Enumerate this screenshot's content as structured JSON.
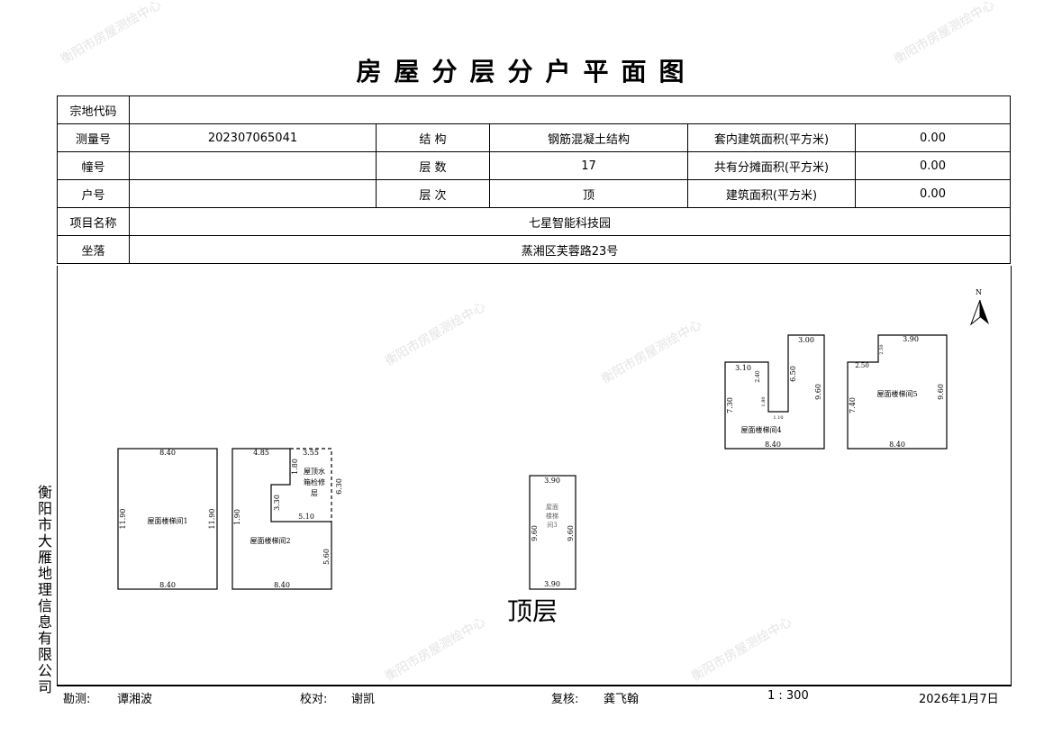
{
  "watermark": "衡阳市房屋测绘中心",
  "title": "房屋分层分户平面图",
  "info": {
    "parcel_code_label": "宗地代码",
    "parcel_code": "",
    "survey_no_label": "测量号",
    "survey_no": "202307065041",
    "structure_label": "结 构",
    "structure": "钢筋混凝土结构",
    "inner_area_label": "套内建筑面积(平方米)",
    "inner_area": "0.00",
    "building_no_label": "幢号",
    "building_no": "",
    "floors_label": "层 数",
    "floors": "17",
    "shared_area_label": "共有分摊面积(平方米)",
    "shared_area": "0.00",
    "unit_no_label": "户号",
    "unit_no": "",
    "floor_level_label": "层 次",
    "floor_level": "顶",
    "building_area_label": "建筑面积(平方米)",
    "building_area": "0.00",
    "project_label": "项目名称",
    "project": "七星智能科技园",
    "location_label": "坐落",
    "location": "蒸湘区芙蓉路23号"
  },
  "plan": {
    "north": "N",
    "floor_label": "顶层",
    "rooms": [
      {
        "name": "屋面楼梯间1",
        "top": "8.40",
        "bottom": "8.40",
        "left": "11.90",
        "right": "11.90"
      },
      {
        "name": "屋面楼梯间2",
        "top": "4.85",
        "top2": "3.55",
        "right": "6.30",
        "right2": "5.60",
        "bottom": "8.40",
        "inner": "5.10",
        "inner_v": "3.30",
        "inner_v2": "1.80",
        "left": "1.90"
      },
      {
        "name": "屋顶水箱检修层"
      },
      {
        "name": "屋面楼梯间3",
        "top": "3.90",
        "bottom": "3.90",
        "left": "9.60",
        "right": "9.60"
      },
      {
        "name": "屋面楼梯间4",
        "top": "3.10",
        "top2": "3.00",
        "v1": "2.40",
        "v2": "6.50",
        "v3": "1.80",
        "h": "1.10",
        "left": "7.30",
        "right": "9.60",
        "bottom": "8.40"
      },
      {
        "name": "屋面楼梯间5",
        "top": "3.90",
        "step": "2.50",
        "stepv": "2.50",
        "left": "7.40",
        "right": "9.60",
        "bottom": "8.40"
      }
    ]
  },
  "side_text": "衡阳市大雁地理信息有限公司",
  "footer": {
    "surveyor_label": "勘测:",
    "surveyor": "谭湘波",
    "checker_label": "校对:",
    "checker": "谢凯",
    "reviewer_label": "复核:",
    "reviewer": "龚飞翰",
    "scale": "1 : 300",
    "date": "2026年1月7日"
  }
}
